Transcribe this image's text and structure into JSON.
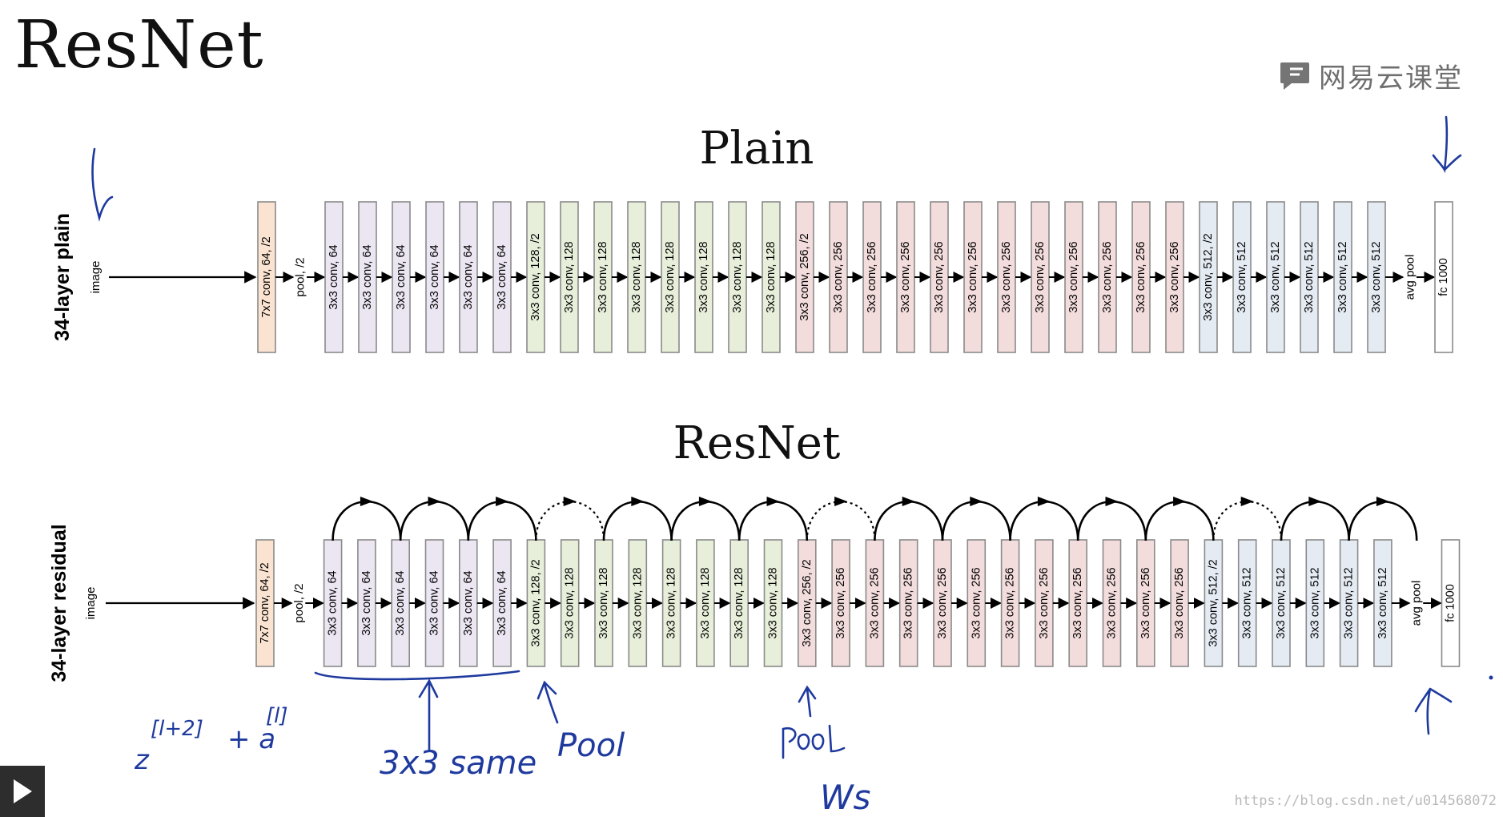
{
  "title": "ResNet",
  "brand": {
    "name": "网易云课堂",
    "icon": "chat-bubble-icon"
  },
  "plain": {
    "heading": "Plain",
    "row_label": "34-layer plain",
    "input_label": "image",
    "layers": [
      {
        "label": "7x7 conv, 64, /2",
        "color": "#fbe3d1",
        "kind": "conv"
      },
      {
        "label": "pool, /2",
        "kind": "text"
      },
      {
        "label": "3x3 conv, 64",
        "color": "#ebe6f2",
        "kind": "conv"
      },
      {
        "label": "3x3 conv, 64",
        "color": "#ebe6f2",
        "kind": "conv"
      },
      {
        "label": "3x3 conv, 64",
        "color": "#ebe6f2",
        "kind": "conv"
      },
      {
        "label": "3x3 conv, 64",
        "color": "#ebe6f2",
        "kind": "conv"
      },
      {
        "label": "3x3 conv, 64",
        "color": "#ebe6f2",
        "kind": "conv"
      },
      {
        "label": "3x3 conv, 64",
        "color": "#ebe6f2",
        "kind": "conv"
      },
      {
        "label": "3x3 conv, 128, /2",
        "color": "#e7efda",
        "kind": "conv"
      },
      {
        "label": "3x3 conv, 128",
        "color": "#e7efda",
        "kind": "conv"
      },
      {
        "label": "3x3 conv, 128",
        "color": "#e7efda",
        "kind": "conv"
      },
      {
        "label": "3x3 conv, 128",
        "color": "#e7efda",
        "kind": "conv"
      },
      {
        "label": "3x3 conv, 128",
        "color": "#e7efda",
        "kind": "conv"
      },
      {
        "label": "3x3 conv, 128",
        "color": "#e7efda",
        "kind": "conv"
      },
      {
        "label": "3x3 conv, 128",
        "color": "#e7efda",
        "kind": "conv"
      },
      {
        "label": "3x3 conv, 128",
        "color": "#e7efda",
        "kind": "conv"
      },
      {
        "label": "3x3 conv, 256, /2",
        "color": "#f3dcdc",
        "kind": "conv"
      },
      {
        "label": "3x3 conv, 256",
        "color": "#f3dcdc",
        "kind": "conv"
      },
      {
        "label": "3x3 conv, 256",
        "color": "#f3dcdc",
        "kind": "conv"
      },
      {
        "label": "3x3 conv, 256",
        "color": "#f3dcdc",
        "kind": "conv"
      },
      {
        "label": "3x3 conv, 256",
        "color": "#f3dcdc",
        "kind": "conv"
      },
      {
        "label": "3x3 conv, 256",
        "color": "#f3dcdc",
        "kind": "conv"
      },
      {
        "label": "3x3 conv, 256",
        "color": "#f3dcdc",
        "kind": "conv"
      },
      {
        "label": "3x3 conv, 256",
        "color": "#f3dcdc",
        "kind": "conv"
      },
      {
        "label": "3x3 conv, 256",
        "color": "#f3dcdc",
        "kind": "conv"
      },
      {
        "label": "3x3 conv, 256",
        "color": "#f3dcdc",
        "kind": "conv"
      },
      {
        "label": "3x3 conv, 256",
        "color": "#f3dcdc",
        "kind": "conv"
      },
      {
        "label": "3x3 conv, 256",
        "color": "#f3dcdc",
        "kind": "conv"
      },
      {
        "label": "3x3 conv, 512, /2",
        "color": "#e5ebf3",
        "kind": "conv"
      },
      {
        "label": "3x3 conv, 512",
        "color": "#e5ebf3",
        "kind": "conv"
      },
      {
        "label": "3x3 conv, 512",
        "color": "#e5ebf3",
        "kind": "conv"
      },
      {
        "label": "3x3 conv, 512",
        "color": "#e5ebf3",
        "kind": "conv"
      },
      {
        "label": "3x3 conv, 512",
        "color": "#e5ebf3",
        "kind": "conv"
      },
      {
        "label": "3x3 conv, 512",
        "color": "#e5ebf3",
        "kind": "conv"
      },
      {
        "label": "avg pool",
        "kind": "text"
      },
      {
        "label": "fc 1000",
        "color": "#ffffff",
        "kind": "conv"
      }
    ]
  },
  "residual": {
    "heading": "ResNet",
    "row_label": "34-layer residual",
    "input_label": "image",
    "skips": [
      {
        "from": 2,
        "to": 4,
        "style": "solid"
      },
      {
        "from": 4,
        "to": 6,
        "style": "solid"
      },
      {
        "from": 6,
        "to": 8,
        "style": "solid"
      },
      {
        "from": 8,
        "to": 10,
        "style": "dotted"
      },
      {
        "from": 10,
        "to": 12,
        "style": "solid"
      },
      {
        "from": 12,
        "to": 14,
        "style": "solid"
      },
      {
        "from": 14,
        "to": 16,
        "style": "solid"
      },
      {
        "from": 16,
        "to": 18,
        "style": "dotted"
      },
      {
        "from": 18,
        "to": 20,
        "style": "solid"
      },
      {
        "from": 20,
        "to": 22,
        "style": "solid"
      },
      {
        "from": 22,
        "to": 24,
        "style": "solid"
      },
      {
        "from": 24,
        "to": 26,
        "style": "solid"
      },
      {
        "from": 26,
        "to": 28,
        "style": "solid"
      },
      {
        "from": 28,
        "to": 30,
        "style": "dotted"
      },
      {
        "from": 30,
        "to": 32,
        "style": "solid"
      },
      {
        "from": 32,
        "to": 34,
        "style": "solid"
      }
    ]
  },
  "annotations": {
    "formula": "z[l+2] + a[l]",
    "same": "3x3 same",
    "pool_1": "Pool",
    "pool_2": "Pool",
    "ws": "Ws",
    "ink_color": "#1f3a9e"
  },
  "watermark": "https://blog.csdn.net/u014568072",
  "player": {
    "play_icon": "play-icon"
  }
}
